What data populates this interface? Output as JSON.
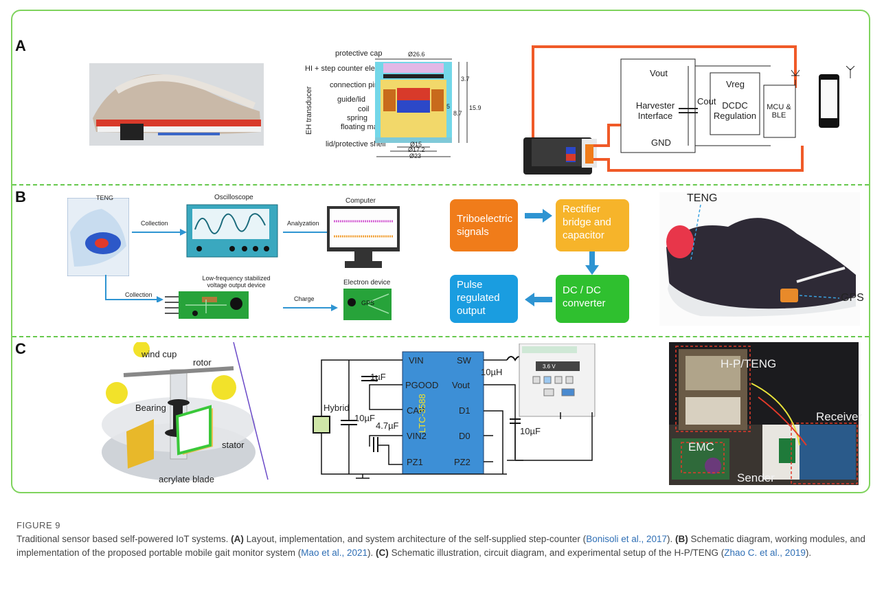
{
  "panel_a": {
    "letter": "A",
    "layout_labels": [
      "protective cap",
      "HI + step counter electronics",
      "connection pin",
      "guide/lid",
      "coil",
      "spring",
      "floating magnet",
      "lid/protective shell"
    ],
    "eh_transducer": "EH transducer",
    "dims": [
      "Ø26.6",
      "3.7",
      "15.9",
      "5",
      "8.7",
      "Ø15",
      "Ø17.2",
      "Ø23"
    ],
    "circuit": {
      "vout": "Vout",
      "gnd": "GND",
      "harvester": "Harvester Interface",
      "cout": "Cout",
      "vreg": "Vreg",
      "dcdc": "DCDC Regulation",
      "mcu": "MCU & BLE"
    }
  },
  "panel_b": {
    "letter": "B",
    "teng_small": "TENG",
    "oscilloscope": "Oscilloscope",
    "collection_1": "Collection",
    "analyzation": "Analyzation",
    "computer": "Computer",
    "low_freq": "Low-frequency stabilized voltage output device",
    "collection_2": "Collection",
    "charge": "Charge",
    "electron_device": "Electron device",
    "gps_small": "GPS",
    "flow": {
      "triboelectric": "Triboelectric signals",
      "rectifier": "Rectifier bridge and capacitor",
      "dcdc": "DC / DC converter",
      "pulse": "Pulse regulated output"
    },
    "teng_photo": "TENG",
    "gps_photo": "GPS"
  },
  "panel_c": {
    "letter": "C",
    "wind_cup": "wind cup",
    "rotor": "rotor",
    "bearing": "Bearing",
    "stator": "stator",
    "acrylate": "acrylate blade",
    "circuit": {
      "vin": "VIN",
      "pgood": "PGOOD",
      "cap": "CAP",
      "vin2": "VIN2",
      "pz1": "PZ1",
      "sw": "SW",
      "vout": "Vout",
      "d1": "D1",
      "d0": "D0",
      "pz2": "PZ2",
      "chip": "LTC-3588",
      "c1": "1µF",
      "c10a": "10µF",
      "c47": "4.7µF",
      "l1": "10µH",
      "c10b": "10µF",
      "hybrid": "Hybrid",
      "meter": "3.6 V"
    },
    "photo": {
      "hp_teng": "H-P/TENG",
      "receiver": "Receiver",
      "emc": "EMC",
      "sender": "Sender"
    }
  },
  "caption": {
    "figure_label": "FIGURE 9",
    "title": "Traditional sensor based self-powered IoT systems.",
    "a_tag": "(A)",
    "a_text": "Layout, implementation, and system architecture of the self-supplied step-counter (",
    "a_ref": "Bonisoli et al., 2017",
    "b_tag": "(B)",
    "b_text": "Schematic diagram, working modules, and implementation of the proposed portable mobile gait monitor system (",
    "b_ref": "Mao et al., 2021",
    "c_tag": "(C)",
    "c_text": "Schematic illustration, circuit diagram, and experimental setup of the H-P/TENG (",
    "c_ref": "Zhao C. et al., 2019",
    "close": ")."
  },
  "colors": {
    "frame": "#7fd35d",
    "orange_box": "#f07c1a",
    "yellow_box": "#f6b42a",
    "green_box": "#2fc02f",
    "blue_box": "#1a9de0",
    "arrow": "#2e94d2",
    "wire": "#f05a28",
    "chip": "#3d8fd6"
  }
}
